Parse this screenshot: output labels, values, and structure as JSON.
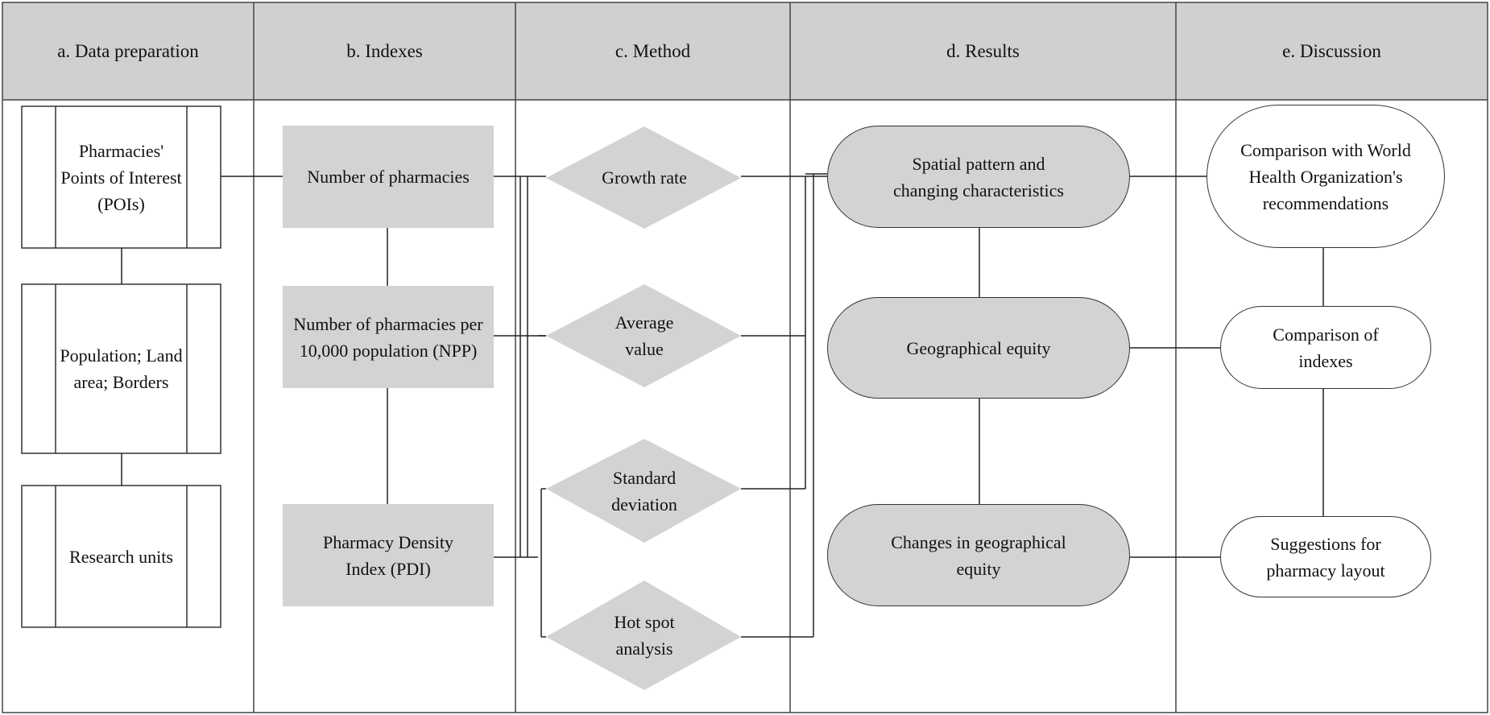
{
  "columns": [
    {
      "key": "a",
      "label": "a. Data preparation"
    },
    {
      "key": "b",
      "label": "b. Indexes"
    },
    {
      "key": "c",
      "label": "c. Method"
    },
    {
      "key": "d",
      "label": "d. Results"
    },
    {
      "key": "e",
      "label": "e. Discussion"
    }
  ],
  "data_preparation": [
    {
      "label": "Pharmacies' Points of Interest (POIs)"
    },
    {
      "label": "Population; Land area; Borders"
    },
    {
      "label": "Research units"
    }
  ],
  "indexes": [
    {
      "label": "Number of pharmacies"
    },
    {
      "label": "Number of pharmacies per 10,000 population (NPP)"
    },
    {
      "label": "Pharmacy Density Index (PDI)"
    }
  ],
  "methods": [
    {
      "label": "Growth rate"
    },
    {
      "label": "Average value"
    },
    {
      "label": "Standard deviation"
    },
    {
      "label": "Hot spot analysis"
    }
  ],
  "results": [
    {
      "label": "Spatial pattern and changing characteristics"
    },
    {
      "label": "Geographical equity"
    },
    {
      "label": "Changes in geographical equity"
    }
  ],
  "discussion": [
    {
      "label": "Comparison with World Health Organization's recommendations"
    },
    {
      "label": "Comparison of indexes"
    },
    {
      "label": "Suggestions for pharmacy layout"
    }
  ],
  "colors": {
    "header_fill": "#d0d0d0",
    "node_fill": "#d3d3d3",
    "line": "#333333",
    "background": "#ffffff"
  }
}
